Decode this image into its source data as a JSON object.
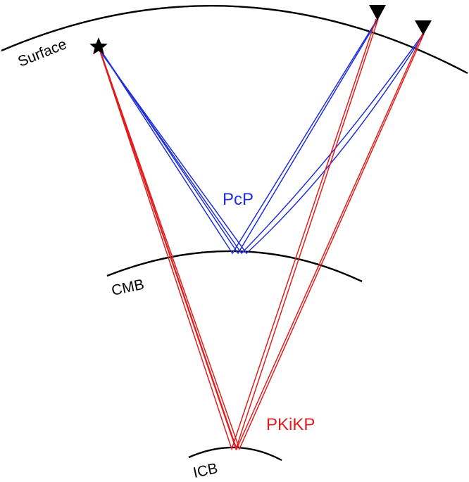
{
  "labels": {
    "surface": "Surface",
    "cmb": "CMB",
    "icb": "ICB",
    "pcp": "PcP",
    "pkikp": "PKiKP"
  },
  "colors": {
    "pcp": "#1f2fd6",
    "pkikp": "#e01e1e",
    "boundary": "#000000",
    "markers": "#000000"
  },
  "symbols": {
    "source": "star-icon",
    "receivers": [
      "inverted-triangle-icon",
      "inverted-triangle-icon"
    ]
  }
}
